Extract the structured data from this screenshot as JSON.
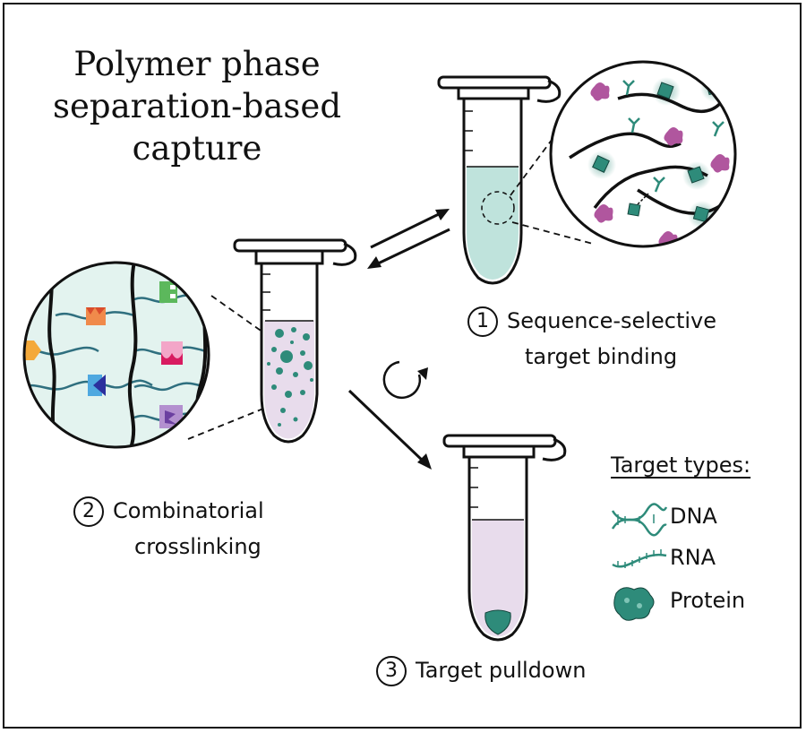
{
  "title": {
    "lines": [
      "Polymer phase",
      "separation-based",
      "capture"
    ]
  },
  "steps": [
    {
      "number": "1",
      "lines": [
        "Sequence-selective",
        "target binding"
      ]
    },
    {
      "number": "2",
      "lines": [
        "Combinatorial",
        "crosslinking"
      ]
    },
    {
      "number": "3",
      "lines": [
        "Target pulldown"
      ]
    }
  ],
  "legend": {
    "title": "Target types:",
    "items": [
      {
        "label": "DNA",
        "icon": "dna-helix-icon"
      },
      {
        "label": "RNA",
        "icon": "rna-strand-icon"
      },
      {
        "label": "Protein",
        "icon": "protein-blob-icon"
      }
    ]
  },
  "colors": {
    "teal": "#2e8b7a",
    "teal_light": "#bfe3dc",
    "lavender": "#e8dcec",
    "magenta": "#b0569e",
    "zoom_bg": "#e3f3ef"
  }
}
